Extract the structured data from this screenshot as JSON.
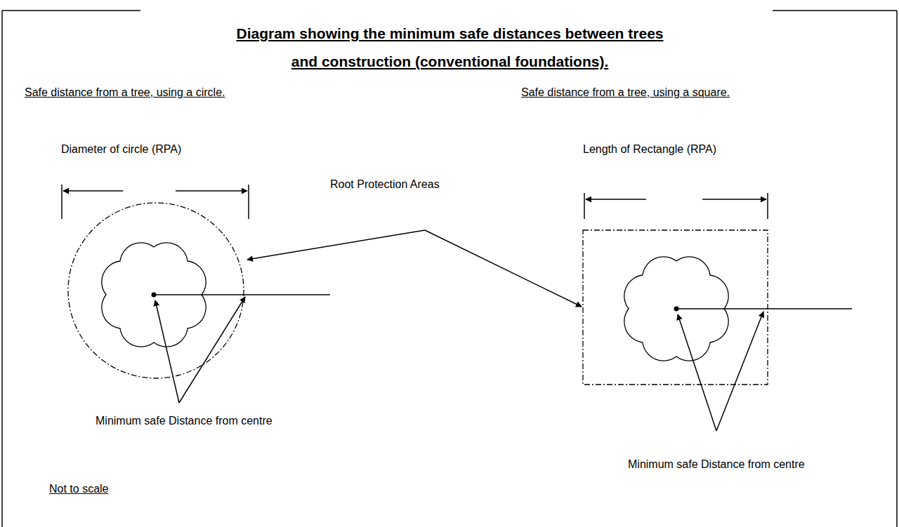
{
  "diagram": {
    "title": "Diagram showing the minimum safe distances between trees and construction (conventional foundations).",
    "labels": [
      "Safe distance from a tree, using a circle.",
      "Safe distance from a tree, using a square.",
      "Diameter of circle (RPA)",
      "Length of Rectangle (RPA)",
      "Root Protection Areas",
      "Minimum safe Distance from centre",
      "Minimum safe Distance from centre",
      "Not to scale"
    ]
  }
}
